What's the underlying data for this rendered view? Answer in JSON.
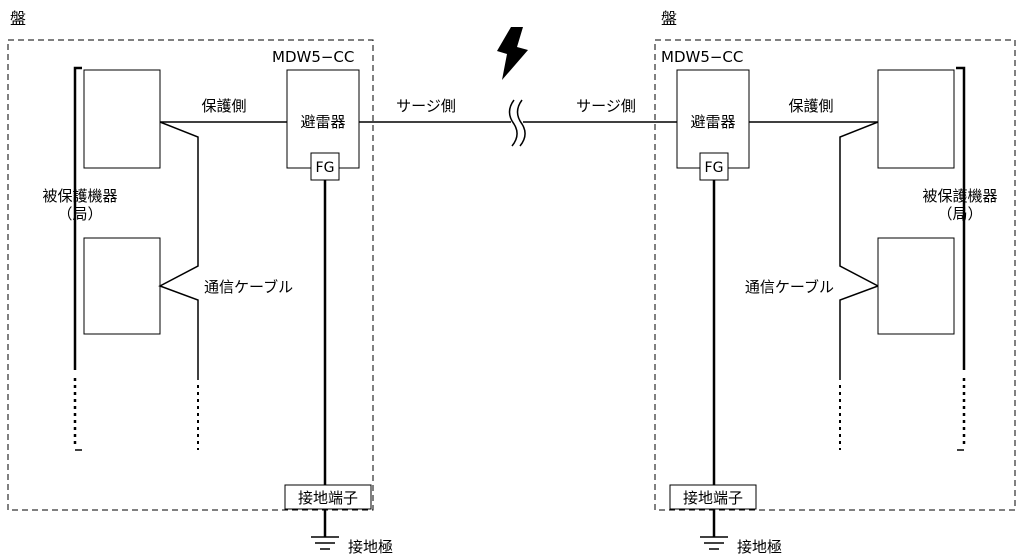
{
  "panel_label": "盤",
  "arrester_model": "MDW5−CC",
  "arrester_label": "避雷器",
  "fg_label": "FG",
  "protected_side_label": "保護側",
  "surge_side_label": "サージ側",
  "equipment_label_line1": "被保護機器",
  "equipment_label_line2": "（局）",
  "cable_label": "通信ケーブル",
  "ground_terminal_label": "接地端子",
  "ground_electrode_label": "接地極",
  "colors": {
    "line": "#000000",
    "background": "#ffffff"
  },
  "icons": [
    "lightning-bolt-icon",
    "ground-symbol-icon",
    "line-break-icon"
  ]
}
